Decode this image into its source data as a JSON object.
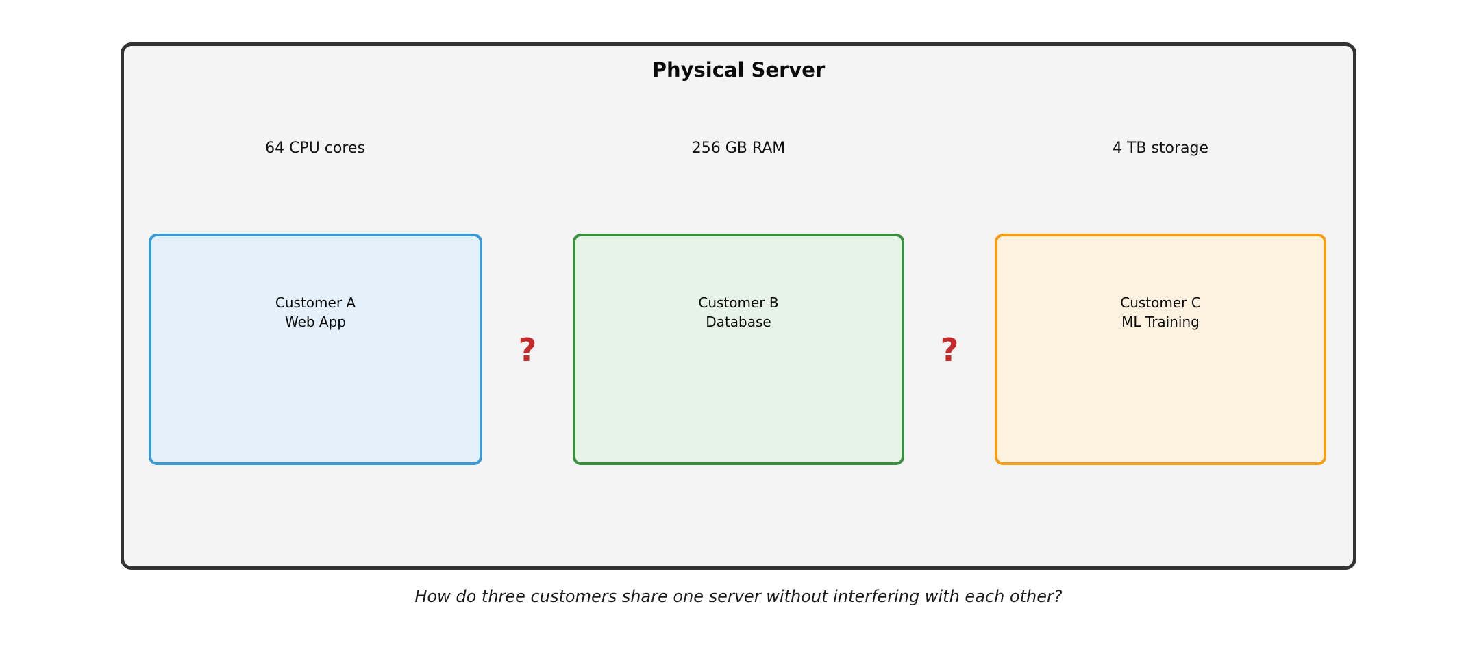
{
  "figure": {
    "server": {
      "title": "Physical Server",
      "resources": [
        "64 CPU cores",
        "256 GB RAM",
        "4 TB storage"
      ],
      "customers": [
        {
          "name": "Customer A",
          "workload": "Web App"
        },
        {
          "name": "Customer B",
          "workload": "Database"
        },
        {
          "name": "Customer C",
          "workload": "ML Training"
        }
      ],
      "question_mark": "?"
    },
    "caption": "How do three customers share one server without interfering with each other?",
    "colors": {
      "server_border": "#333333",
      "server_fill": "#f4f4f4",
      "customer_a_border": "#3a98d5",
      "customer_a_fill": "#e4f1fb",
      "customer_b_border": "#398f3f",
      "customer_b_fill": "#e7f3e7",
      "customer_c_border": "#f79d13",
      "customer_c_fill": "#fdf2e0",
      "question_mark": "#c4292c",
      "text": "#111111"
    }
  }
}
